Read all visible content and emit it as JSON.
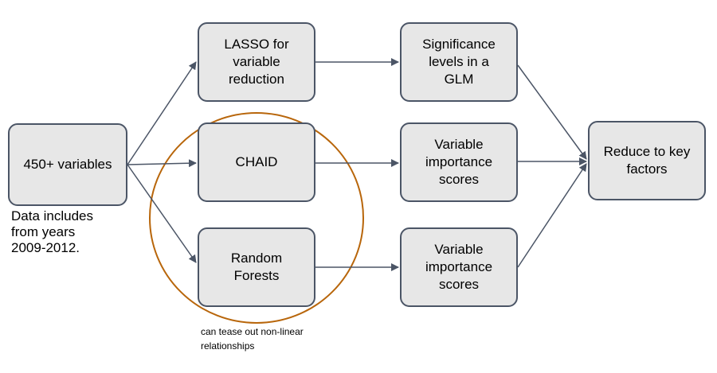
{
  "colors": {
    "box_fill": "#e7e7e7",
    "box_border": "#4b5566",
    "arrow": "#4b5566",
    "highlight_circle": "#b8660b"
  },
  "nodes": {
    "variables": "450+ variables",
    "lasso": "LASSO for\nvariable\nreduction",
    "chaid": "CHAID",
    "random_forests": "Random\nForests",
    "significance": "Significance\nlevels in a\nGLM",
    "importance_1": "Variable\nimportance\nscores",
    "importance_2": "Variable\nimportance\nscores",
    "reduce": "Reduce to key\nfactors"
  },
  "notes": {
    "data_years": "Data includes\nfrom years\n2009-2012.",
    "circle_note": "can tease out non-linear\nrelationships"
  },
  "edges": [
    {
      "from": "variables",
      "to": "lasso"
    },
    {
      "from": "variables",
      "to": "chaid"
    },
    {
      "from": "variables",
      "to": "random_forests"
    },
    {
      "from": "lasso",
      "to": "significance"
    },
    {
      "from": "chaid",
      "to": "importance_1"
    },
    {
      "from": "random_forests",
      "to": "importance_2"
    },
    {
      "from": "significance",
      "to": "reduce"
    },
    {
      "from": "importance_1",
      "to": "reduce"
    },
    {
      "from": "importance_2",
      "to": "reduce"
    }
  ]
}
